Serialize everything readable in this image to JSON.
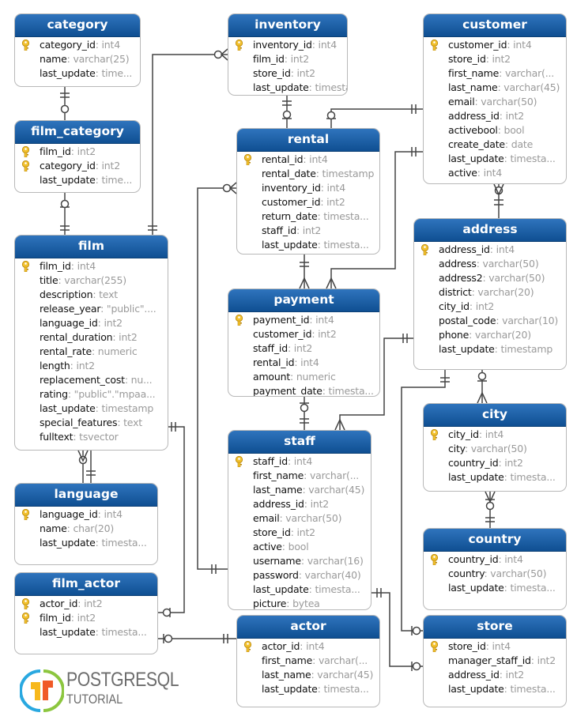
{
  "tables": {
    "category": {
      "title": "category",
      "columns": [
        {
          "name": "category_id",
          "type": "int4",
          "pk": true
        },
        {
          "name": "name",
          "type": "varchar(25)"
        },
        {
          "name": "last_update",
          "type": "time..."
        }
      ]
    },
    "film_category": {
      "title": "film_category",
      "columns": [
        {
          "name": "film_id",
          "type": "int2",
          "pk": true
        },
        {
          "name": "category_id",
          "type": "int2",
          "pk": true
        },
        {
          "name": "last_update",
          "type": "time..."
        }
      ]
    },
    "film": {
      "title": "film",
      "columns": [
        {
          "name": "film_id",
          "type": "int4",
          "pk": true
        },
        {
          "name": "title",
          "type": "varchar(255)"
        },
        {
          "name": "description",
          "type": "text"
        },
        {
          "name": "release_year",
          "type": "\"public\"...."
        },
        {
          "name": "language_id",
          "type": "int2"
        },
        {
          "name": "rental_duration",
          "type": "int2"
        },
        {
          "name": "rental_rate",
          "type": "numeric"
        },
        {
          "name": "length",
          "type": "int2"
        },
        {
          "name": "replacement_cost",
          "type": "nu..."
        },
        {
          "name": "rating",
          "type": "\"public\".\"mpaa..."
        },
        {
          "name": "last_update",
          "type": "timestamp"
        },
        {
          "name": "special_features",
          "type": "text"
        },
        {
          "name": "fulltext",
          "type": "tsvector"
        }
      ]
    },
    "language": {
      "title": "language",
      "columns": [
        {
          "name": "language_id",
          "type": "int4",
          "pk": true
        },
        {
          "name": "name",
          "type": "char(20)"
        },
        {
          "name": "last_update",
          "type": "timesta..."
        }
      ]
    },
    "film_actor": {
      "title": "film_actor",
      "columns": [
        {
          "name": "actor_id",
          "type": "int2",
          "pk": true
        },
        {
          "name": "film_id",
          "type": "int2",
          "pk": true
        },
        {
          "name": "last_update",
          "type": "timesta..."
        }
      ]
    },
    "inventory": {
      "title": "inventory",
      "columns": [
        {
          "name": "inventory_id",
          "type": "int4",
          "pk": true
        },
        {
          "name": "film_id",
          "type": "int2"
        },
        {
          "name": "store_id",
          "type": "int2"
        },
        {
          "name": "last_update",
          "type": "timesta..."
        }
      ]
    },
    "rental": {
      "title": "rental",
      "columns": [
        {
          "name": "rental_id",
          "type": "int4",
          "pk": true
        },
        {
          "name": "rental_date",
          "type": "timestamp"
        },
        {
          "name": "inventory_id",
          "type": "int4"
        },
        {
          "name": "customer_id",
          "type": "int2"
        },
        {
          "name": "return_date",
          "type": "timesta..."
        },
        {
          "name": "staff_id",
          "type": "int2"
        },
        {
          "name": "last_update",
          "type": "timesta..."
        }
      ]
    },
    "payment": {
      "title": "payment",
      "columns": [
        {
          "name": "payment_id",
          "type": "int4",
          "pk": true
        },
        {
          "name": "customer_id",
          "type": "int2"
        },
        {
          "name": "staff_id",
          "type": "int2"
        },
        {
          "name": "rental_id",
          "type": "int4"
        },
        {
          "name": "amount",
          "type": "numeric"
        },
        {
          "name": "payment_date",
          "type": "timesta..."
        }
      ]
    },
    "staff": {
      "title": "staff",
      "columns": [
        {
          "name": "staff_id",
          "type": "int4",
          "pk": true
        },
        {
          "name": "first_name",
          "type": "varchar(..."
        },
        {
          "name": "last_name",
          "type": "varchar(45)"
        },
        {
          "name": "address_id",
          "type": "int2"
        },
        {
          "name": "email",
          "type": "varchar(50)"
        },
        {
          "name": "store_id",
          "type": "int2"
        },
        {
          "name": "active",
          "type": "bool"
        },
        {
          "name": "username",
          "type": "varchar(16)"
        },
        {
          "name": "password",
          "type": "varchar(40)"
        },
        {
          "name": "last_update",
          "type": "timesta..."
        },
        {
          "name": "picture",
          "type": "bytea"
        }
      ]
    },
    "actor": {
      "title": "actor",
      "columns": [
        {
          "name": "actor_id",
          "type": "int4",
          "pk": true
        },
        {
          "name": "first_name",
          "type": "varchar(..."
        },
        {
          "name": "last_name",
          "type": "varchar(45)"
        },
        {
          "name": "last_update",
          "type": "timesta..."
        }
      ]
    },
    "customer": {
      "title": "customer",
      "columns": [
        {
          "name": "customer_id",
          "type": "int4",
          "pk": true
        },
        {
          "name": "store_id",
          "type": "int2"
        },
        {
          "name": "first_name",
          "type": "varchar(..."
        },
        {
          "name": "last_name",
          "type": "varchar(45)"
        },
        {
          "name": "email",
          "type": "varchar(50)"
        },
        {
          "name": "address_id",
          "type": "int2"
        },
        {
          "name": "activebool",
          "type": "bool"
        },
        {
          "name": "create_date",
          "type": "date"
        },
        {
          "name": "last_update",
          "type": "timesta..."
        },
        {
          "name": "active",
          "type": "int4"
        }
      ]
    },
    "address": {
      "title": "address",
      "columns": [
        {
          "name": "address_id",
          "type": "int4",
          "pk": true
        },
        {
          "name": "address",
          "type": "varchar(50)"
        },
        {
          "name": "address2",
          "type": "varchar(50)"
        },
        {
          "name": "district",
          "type": "varchar(20)"
        },
        {
          "name": "city_id",
          "type": "int2"
        },
        {
          "name": "postal_code",
          "type": "varchar(10)"
        },
        {
          "name": "phone",
          "type": "varchar(20)"
        },
        {
          "name": "last_update",
          "type": "timestamp"
        }
      ]
    },
    "city": {
      "title": "city",
      "columns": [
        {
          "name": "city_id",
          "type": "int4",
          "pk": true
        },
        {
          "name": "city",
          "type": "varchar(50)"
        },
        {
          "name": "country_id",
          "type": "int2"
        },
        {
          "name": "last_update",
          "type": "timesta..."
        }
      ]
    },
    "country": {
      "title": "country",
      "columns": [
        {
          "name": "country_id",
          "type": "int4",
          "pk": true
        },
        {
          "name": "country",
          "type": "varchar(50)"
        },
        {
          "name": "last_update",
          "type": "timesta..."
        }
      ]
    },
    "store": {
      "title": "store",
      "columns": [
        {
          "name": "store_id",
          "type": "int4",
          "pk": true
        },
        {
          "name": "manager_staff_id",
          "type": "int2"
        },
        {
          "name": "address_id",
          "type": "int2"
        },
        {
          "name": "last_update",
          "type": "timesta..."
        }
      ]
    }
  },
  "logo": {
    "line1": "POSTGRESQL",
    "line2": "TUTORIAL"
  },
  "colors": {
    "header": "#1a5fa6",
    "line": "#444444",
    "key": "#f2c12e"
  }
}
